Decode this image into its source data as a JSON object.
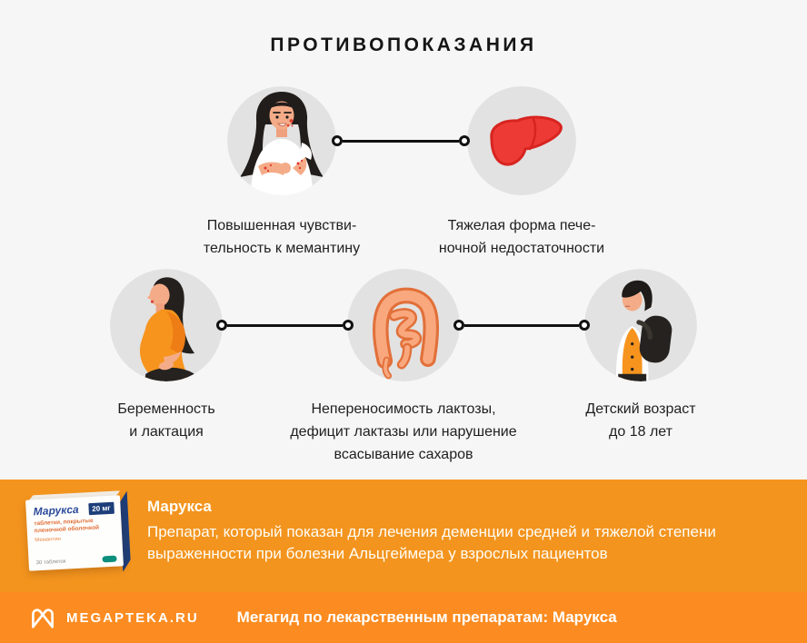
{
  "title": "ПРОТИВОПОКАЗАНИЯ",
  "contraindications": [
    {
      "icon": "allergy-rash-woman-icon",
      "lines": [
        "Повышенная чувстви-",
        "тельность к мемантину"
      ]
    },
    {
      "icon": "liver-icon",
      "lines": [
        "Тяжелая форма пече-",
        "ночной недостаточности"
      ]
    },
    {
      "icon": "pregnant-woman-icon",
      "lines": [
        "Беременность",
        "и лактация"
      ]
    },
    {
      "icon": "intestines-icon",
      "lines": [
        "Непереносимость лактозы,",
        "дефицит лактазы или нарушение",
        "всасывание сахаров"
      ]
    },
    {
      "icon": "child-backpack-icon",
      "lines": [
        "Детский возраст",
        "до 18 лет"
      ]
    }
  ],
  "product_banner": {
    "title": "Марукса",
    "description_lines": [
      "Препарат, который показан для лечения деменции средней и тяжелой степени",
      "выраженности при болезни Альцгеймера у взрослых пациентов"
    ],
    "package": {
      "brand": "Марукса",
      "dose": "20 мг",
      "form_lines": [
        "таблетки, покрытые",
        "пленочной оболочкой"
      ],
      "ingredient": "Мемантин",
      "count": "30 таблеток"
    }
  },
  "footer": {
    "brand": "MEGAPTEKA.RU",
    "caption": "Мегагид по лекарственным препаратам: Марукса"
  },
  "colors": {
    "background": "#F6F6F6",
    "circle_background": "#E2E2E2",
    "banner_orange": "#F3941E",
    "footer_orange": "#FC8C21",
    "accent_orange": "#F7941E",
    "liver_red": "#EE3A34",
    "text_dark": "#1F1F1F",
    "text_light": "#FFFFFF"
  }
}
